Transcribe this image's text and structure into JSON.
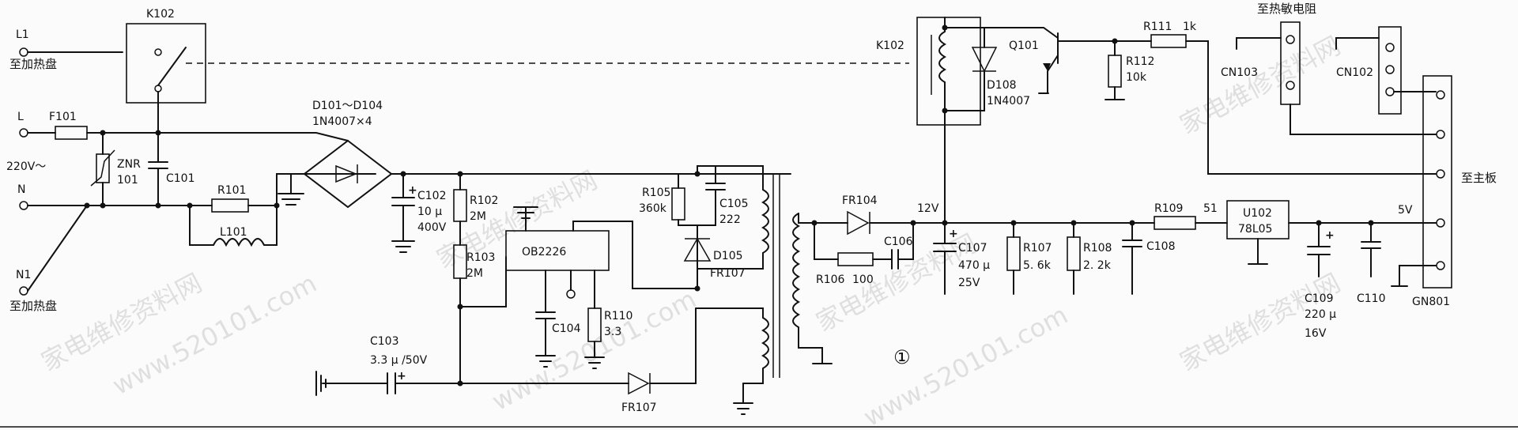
{
  "inputs": {
    "l1": "L1",
    "l1_note": "至加热盘",
    "l": "L",
    "mains": "220V～",
    "n": "N",
    "n1": "N1",
    "n1_note": "至加热盘"
  },
  "components": {
    "k102_relay_contact": "K102",
    "k102_coil": "K102",
    "f101": "F101",
    "znr": "ZNR",
    "znr_value": "101",
    "c101": "C101",
    "r101": "R101",
    "l101": "L101",
    "d101": "D101～D104",
    "d101_value": "1N4007×4",
    "c102": "C102",
    "c102_cap": "10 μ",
    "c102_volt": "400V",
    "r102": "R102",
    "r102_value": "2M",
    "r103": "R103",
    "r103_value": "2M",
    "ic": "OB2226",
    "r105": "R105",
    "r105_value": "360k",
    "c105": "C105",
    "c105_value": "222",
    "d105": "D105",
    "d105_value": "FR107",
    "c104": "C104",
    "r110": "R110",
    "r110_value": "3.3",
    "c103": "C103",
    "c103_value": "3.3 μ /50V",
    "fr107": "FR107",
    "fr104": "FR104",
    "c106": "C106",
    "r106": "R106",
    "r106_value": "100",
    "rail12": "12V",
    "c107": "C107",
    "c107_cap": "470 μ",
    "c107_volt": "25V",
    "r107": "R107",
    "r107_value": "5. 6k",
    "r108": "R108",
    "r108_value": "2. 2k",
    "c108": "C108",
    "r109": "R109",
    "r109_value": "51",
    "u102": "U102",
    "u102_value": "78L05",
    "rail5": "5V",
    "c109": "C109",
    "c109_cap": "220 μ",
    "c109_volt": "16V",
    "c110": "C110",
    "d108": "D108",
    "d108_value": "1N4007",
    "q101": "Q101",
    "r111": "R111",
    "r111_value": "1k",
    "r112": "R112",
    "r112_value": "10k",
    "cn103": "CN103",
    "cn102": "CN102",
    "thermistor": "至热敏电阻",
    "to_main": "至主板",
    "gn801": "GN801",
    "figure_no": "①"
  },
  "watermarks": [
    "家电维修资料网",
    "www.520101.com"
  ]
}
